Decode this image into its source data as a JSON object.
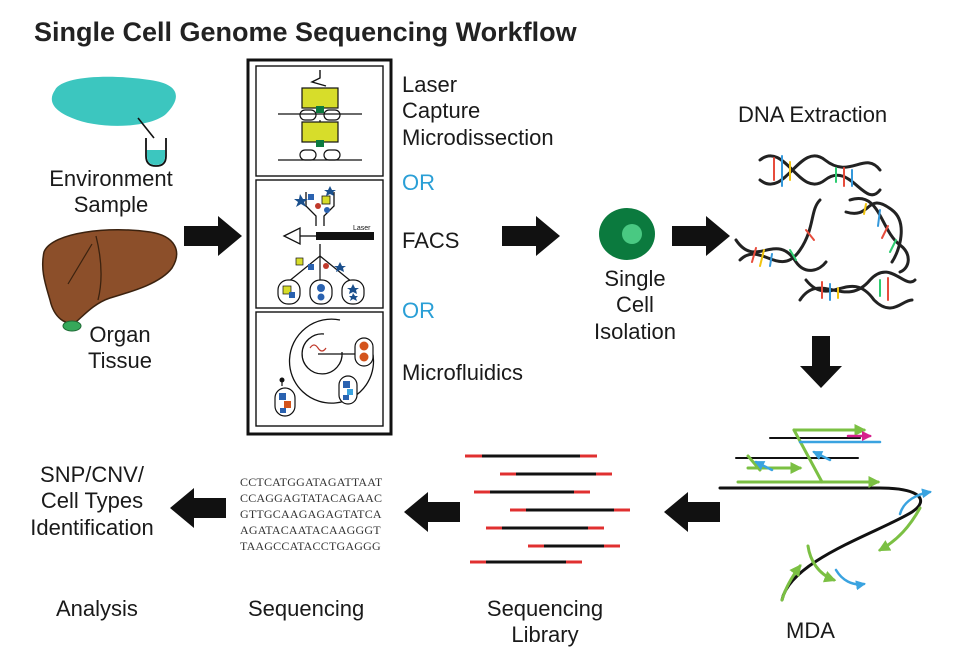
{
  "title": "Single Cell Genome Sequencing Workflow",
  "sample": {
    "environment": [
      "Environment",
      "Sample"
    ],
    "organ": [
      "Organ",
      "Tissue"
    ]
  },
  "isolation_methods": {
    "lcm": [
      "Laser",
      "Capture",
      "Microdissection"
    ],
    "or_1": "OR",
    "facs": "FACS",
    "facs_laser_tag": "Laser",
    "or_2": "OR",
    "microfluidics": "Microfluidics"
  },
  "single_cell": [
    "Single",
    "Cell",
    "Isolation"
  ],
  "dna_extraction": "DNA Extraction",
  "mda": "MDA",
  "sequencing_library": [
    "Sequencing",
    "Library"
  ],
  "sequencing": "Sequencing",
  "sequence_reads": [
    "CCTCATGGATAGATTAAT",
    "CCAGGAGTATACAGAAC",
    "GTTGCAAGAGAGTATCA",
    "AGATACAATACAAGGGT",
    "TAAGCCATACCTGAGGG"
  ],
  "analysis": {
    "result": [
      "SNP/CNV/",
      "Cell Types",
      "Identification"
    ],
    "label": "Analysis"
  },
  "colors": {
    "water": "#3cc6bf",
    "liver": "#8c4f2a",
    "gallbladder": "#36a85a",
    "cell_outer": "#0b7a3e",
    "cell_inner": "#49c982",
    "chip_yellow": "#d7dd2a",
    "or_text": "#2a9fd6",
    "mda_green": "#7bc043",
    "mda_blue": "#3aa3e0",
    "mda_magenta": "#d6208c",
    "library_red": "#e03030"
  },
  "icons": [
    "right-arrow-icon",
    "down-arrow-icon",
    "left-arrow-icon",
    "dna-helix-icon",
    "cell-icon",
    "liver-icon",
    "test-tube-icon"
  ]
}
